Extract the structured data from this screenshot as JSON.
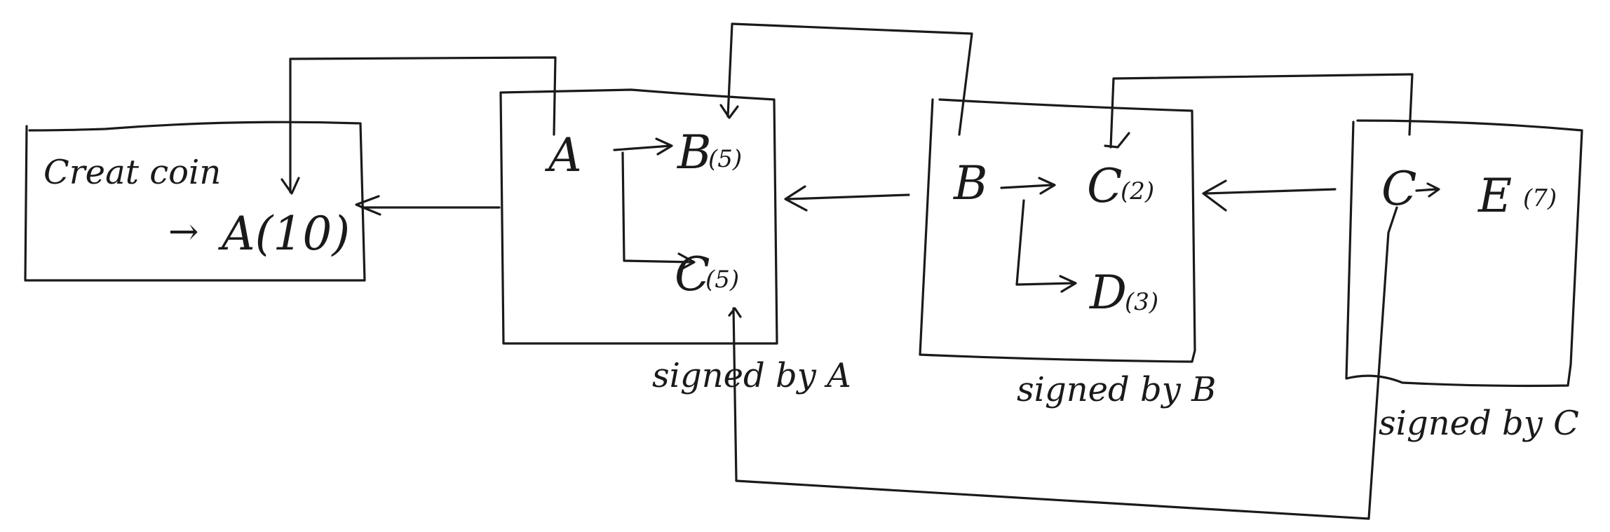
{
  "blocks": [
    {
      "id": "genesis",
      "header": "Creat coin",
      "outputs": [
        {
          "arrow": "→",
          "label": "A(10)"
        }
      ]
    },
    {
      "id": "tx-a",
      "input": "A",
      "outputs": [
        {
          "label": "B",
          "amount": "(5)"
        },
        {
          "label": "C",
          "amount": "(5)"
        }
      ],
      "signature": "signed by A"
    },
    {
      "id": "tx-b",
      "input": "B",
      "outputs": [
        {
          "label": "C",
          "amount": "(2)"
        },
        {
          "label": "D",
          "amount": "(3)"
        }
      ],
      "signature": "signed by B"
    },
    {
      "id": "tx-c",
      "input": "C",
      "outputs": [
        {
          "label": "E",
          "amount": "(7)"
        }
      ],
      "signature": "signed by C"
    }
  ],
  "colors": {
    "ink": "#1a1a1a",
    "background": "#ffffff"
  }
}
